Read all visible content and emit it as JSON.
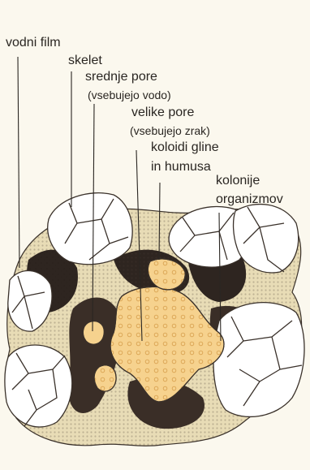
{
  "labels": {
    "water_film": "vodni film",
    "skeleton": "skelet",
    "medium_pores": "srednje pore",
    "medium_pores_note": "(vsebujejo vodo)",
    "large_pores": "velike pore",
    "large_pores_note": "(vsebujejo zrak)",
    "colloids_line1": "koloidi gline",
    "colloids_line2": "in humusa",
    "colonies_line1": "kolonije",
    "colonies_line2": "organizmov"
  },
  "colors": {
    "background": "#fbf8ee",
    "matrix": "#e8dcb6",
    "aggregate_dark": "#2e2520",
    "pore_fill": "#f6d28e",
    "grain_fill": "#ffffff",
    "outline": "#3a312a"
  }
}
